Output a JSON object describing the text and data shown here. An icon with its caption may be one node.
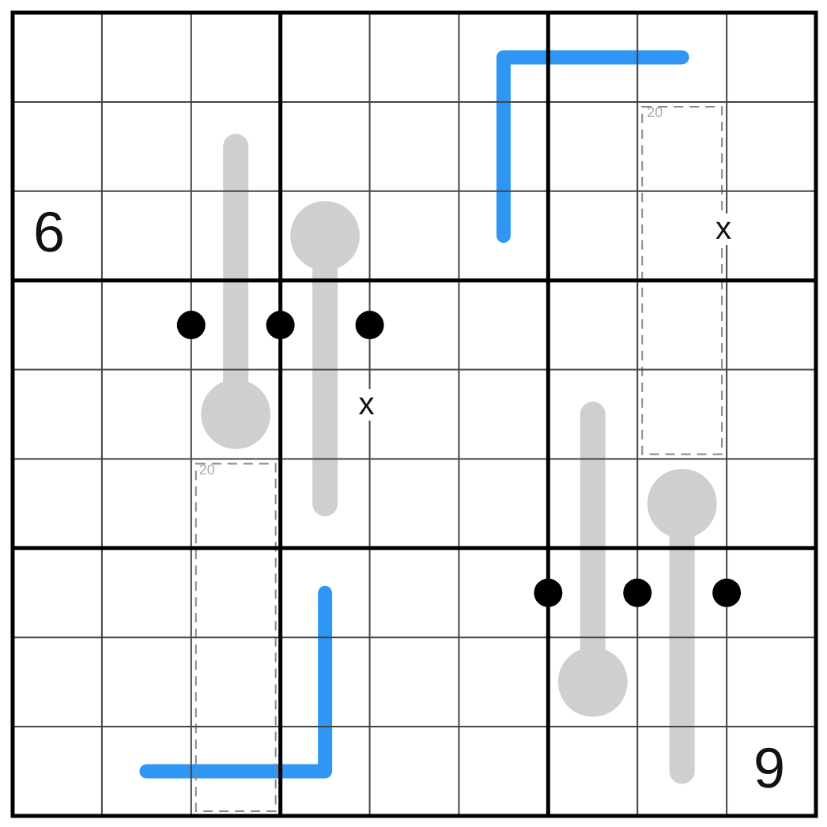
{
  "diagram": {
    "labels": [
      "20",
      "6",
      "x",
      "x",
      "20",
      "9"
    ]
  }
}
